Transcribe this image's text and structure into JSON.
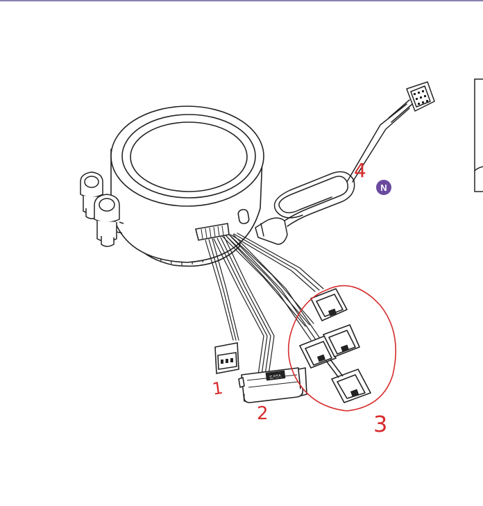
{
  "annotations": {
    "label_1": "1",
    "label_2": "2",
    "label_3": "3",
    "label_4": "4"
  },
  "badge": {
    "text": "N",
    "color": "#6a4a9e"
  },
  "connector_text": {
    "sata": "SATA"
  },
  "colors": {
    "annotation": "#d62b2b",
    "line_art": "#222222",
    "top_border": "#8a7fb0"
  }
}
